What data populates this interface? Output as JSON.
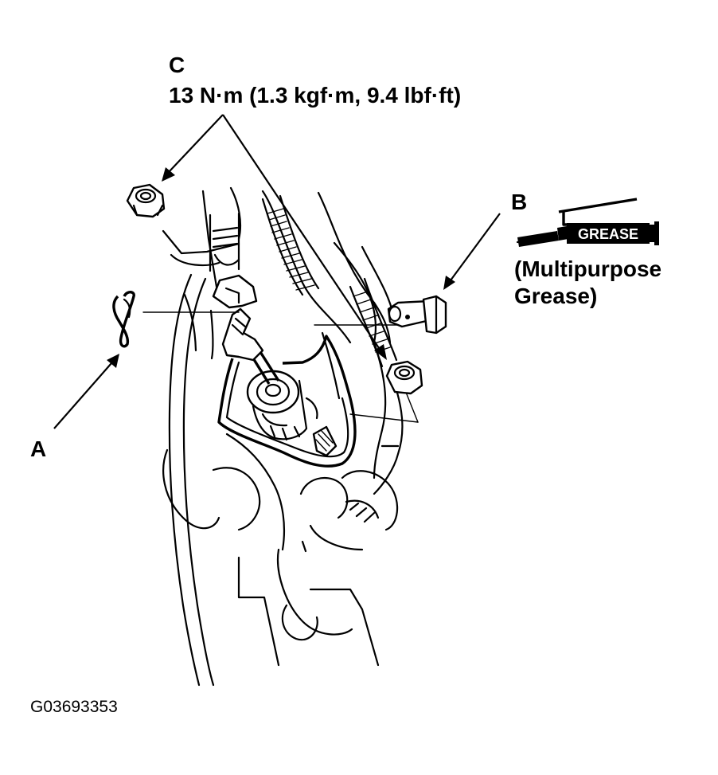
{
  "callouts": {
    "c_letter": "C",
    "c_torque": "13 N·m (1.3 kgf·m, 9.4 lbf·ft)",
    "b_letter": "B",
    "b_note_line1": "(Multipurpose",
    "b_note_line2": "Grease)",
    "a_letter": "A",
    "grease_tube_label": "GREASE"
  },
  "figure_id": "G03693353"
}
